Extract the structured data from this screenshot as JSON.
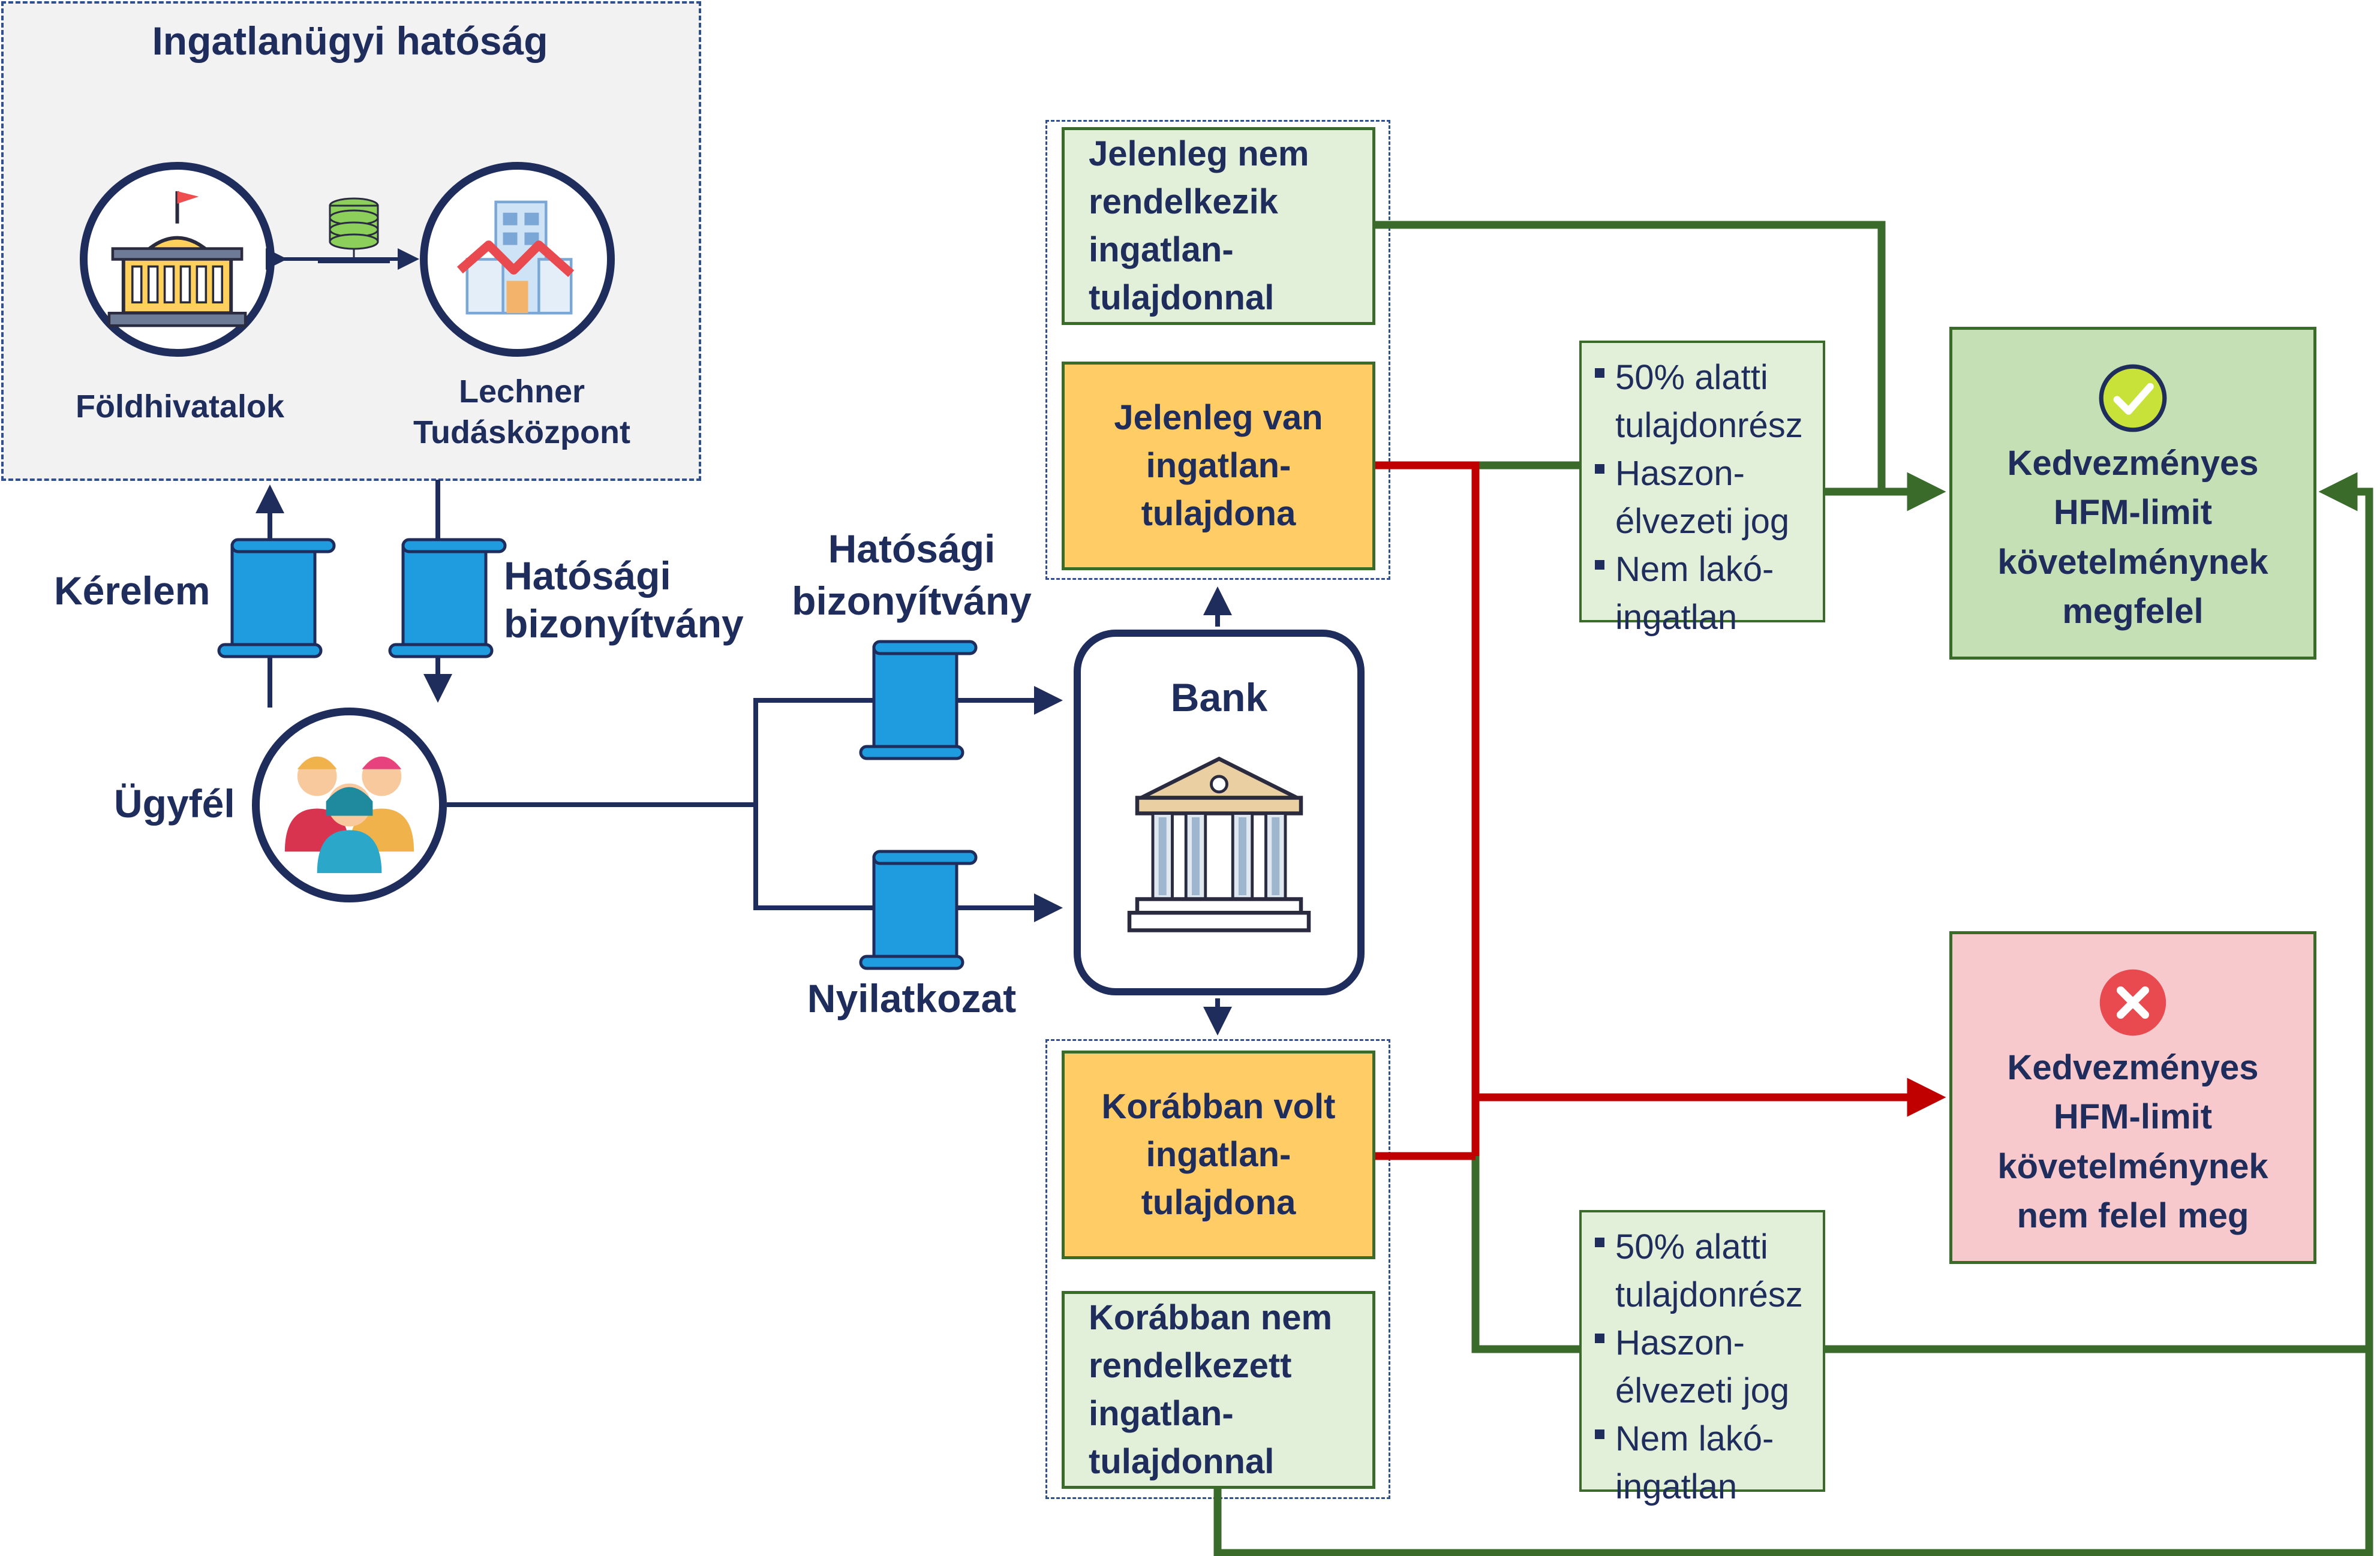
{
  "authority": {
    "title": "Ingatlanügyi hatóság"
  },
  "nodes": {
    "land_office": "Földhivatalok",
    "lechner_line1": "Lechner",
    "lechner_line2": "Tudásközpont",
    "client": "Ügyfél",
    "bank": "Bank"
  },
  "documents": {
    "request": "Kérelem",
    "certificate_left_line1": "Hatósági",
    "certificate_left_line2": "bizonyítvány",
    "certificate_right_line1": "Hatósági",
    "certificate_right_line2": "bizonyítvány",
    "declaration": "Nyilatkozat"
  },
  "status_boxes": {
    "currently_none": [
      "Jelenleg nem",
      "rendelkezik",
      "ingatlan-",
      "tulajdonnal"
    ],
    "currently_has": [
      "Jelenleg van",
      "ingatlan-",
      "tulajdona"
    ],
    "previously_had": [
      "Korábban volt",
      "ingatlan-",
      "tulajdona"
    ],
    "previously_none": [
      "Korábban nem",
      "rendelkezett",
      "ingatlan-",
      "tulajdonnal"
    ]
  },
  "conditions": {
    "upper": [
      "50% alatti tulajdonrész",
      "Haszon-élvezeti jog",
      "Nem lakó-ingatlan"
    ],
    "upper_lines": [
      [
        "50% alatti",
        "tulajdonrész"
      ],
      [
        "Haszon-",
        "élvezeti jog"
      ],
      [
        "Nem lakó-",
        "ingatlan"
      ]
    ],
    "lower_lines": [
      [
        "50% alatti",
        "tulajdonrész"
      ],
      [
        "Haszon-",
        "élvezeti jog"
      ],
      [
        "Nem lakó-",
        "ingatlan"
      ]
    ]
  },
  "results": {
    "eligible": [
      "Kedvezményes",
      "HFM-limit",
      "követelménynek",
      "megfelel"
    ],
    "not_eligible": [
      "Kedvezményes",
      "HFM-limit",
      "követelménynek",
      "nem felel meg"
    ]
  },
  "colors": {
    "navy": "#1f2d5c",
    "green_line": "#3a6b2a",
    "red_line": "#c00000",
    "doc_blue": "#1f9be0",
    "orange_box": "#ffcc66",
    "light_green_box": "#e2efd9",
    "result_green": "#c5e0b4",
    "result_red": "#f8c9cc",
    "check_icon": "#c9e23a",
    "cross_icon": "#e84a4f"
  },
  "icons": [
    "government-building-icon",
    "database-icon",
    "office-building-icon",
    "people-group-icon",
    "bank-icon",
    "document-scroll-icon",
    "check-badge-icon",
    "cross-badge-icon"
  ]
}
